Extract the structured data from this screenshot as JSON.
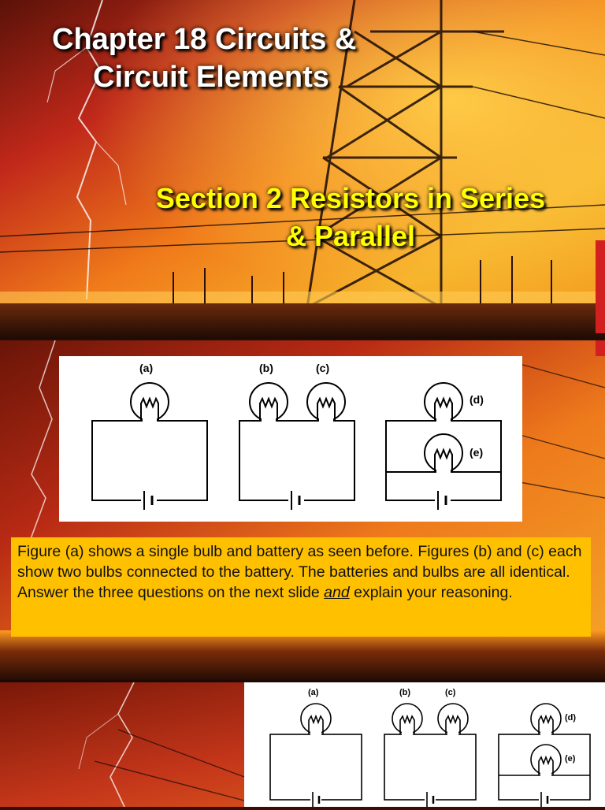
{
  "slide1": {
    "title_line1": "Chapter 18 Circuits &",
    "title_line2": "Circuit Elements",
    "subtitle_line1": "Section 2 Resistors in Series",
    "subtitle_line2": "& Parallel"
  },
  "figure": {
    "label_a": "(a)",
    "label_b": "(b)",
    "label_c": "(c)",
    "label_d": "(d)",
    "label_e": "(e)"
  },
  "caption": {
    "part1": "Figure (a) shows a single bulb and battery as seen before. Figures (b) and (c) each show two bulbs connected to the battery. The batteries and bulbs are all identical. Answer the three questions on the next slide ",
    "emphasis": "and",
    "part2": " explain your reasoning."
  },
  "colors": {
    "title": "#ffffff",
    "subtitle": "#ffff00",
    "caption_bg": "#ffc000",
    "accent_red": "#d21f1f"
  }
}
